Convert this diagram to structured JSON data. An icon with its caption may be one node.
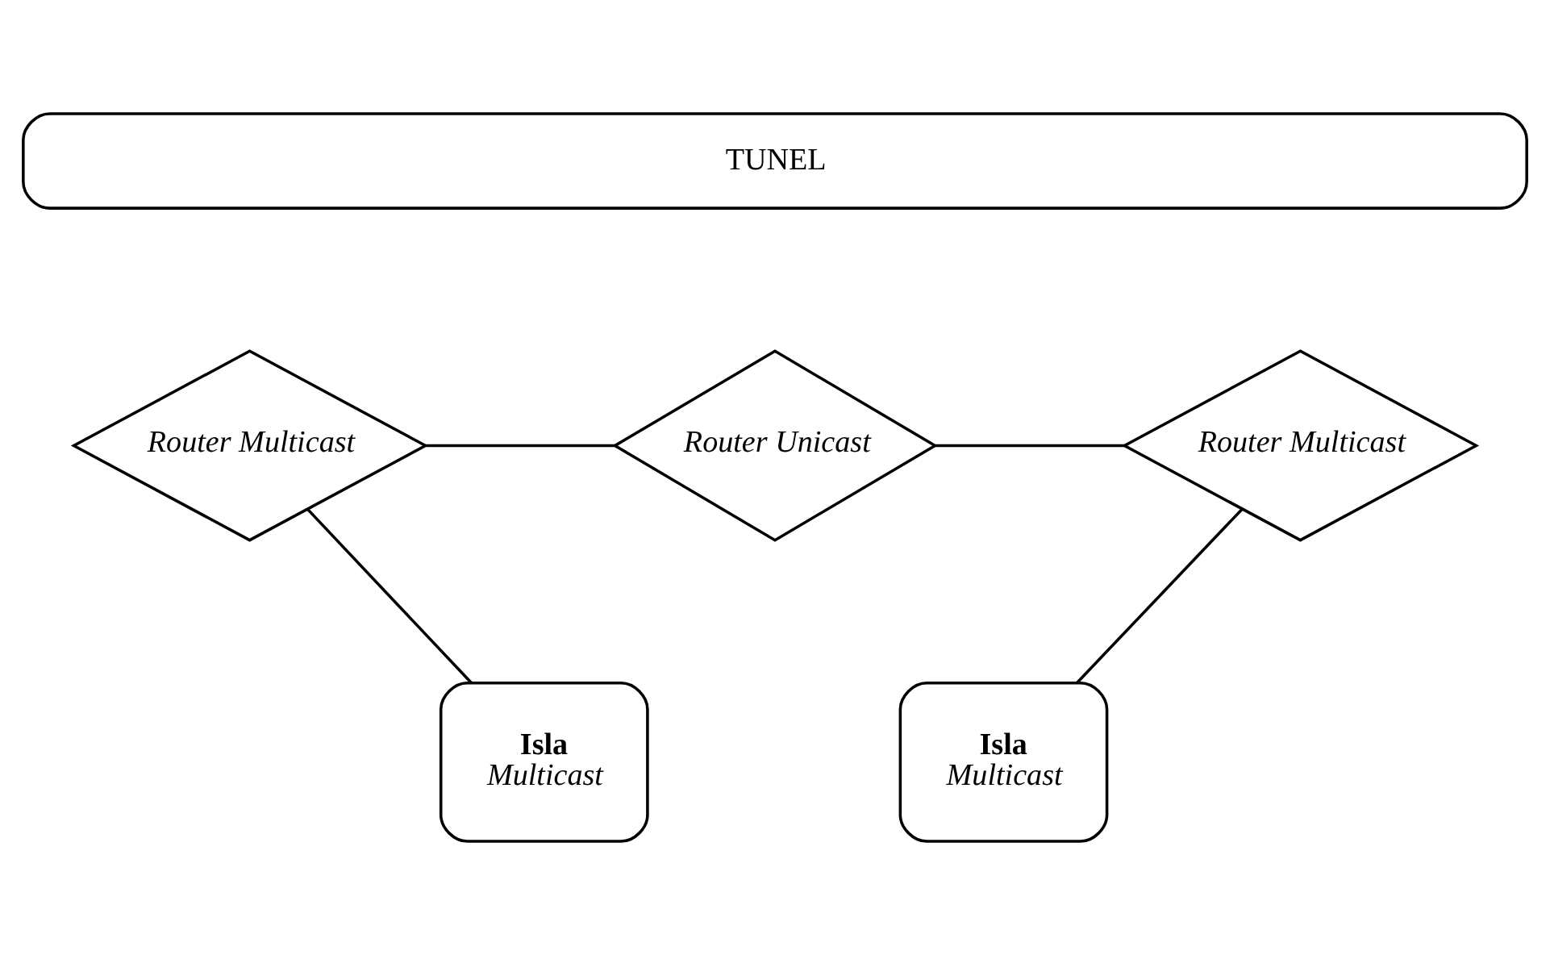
{
  "diagram": {
    "nodes": [
      {
        "text": [
          "TUNEL"
        ]
      },
      {
        "text": [
          "Router Multicast"
        ]
      },
      {
        "text": [
          "Router Unicast"
        ]
      },
      {
        "text": [
          "Router Multicast"
        ]
      },
      {
        "text": [
          "Isla",
          "Multicast"
        ]
      },
      {
        "text": [
          "Isla",
          "Multicast"
        ]
      }
    ],
    "edges": [
      {
        "from": 1,
        "to": 2,
        "arrow": "none"
      },
      {
        "from": 2,
        "to": 3,
        "arrow": "none"
      },
      {
        "from": 1,
        "to": 4,
        "arrow": "none"
      },
      {
        "from": 3,
        "to": 5,
        "arrow": "none"
      }
    ]
  }
}
